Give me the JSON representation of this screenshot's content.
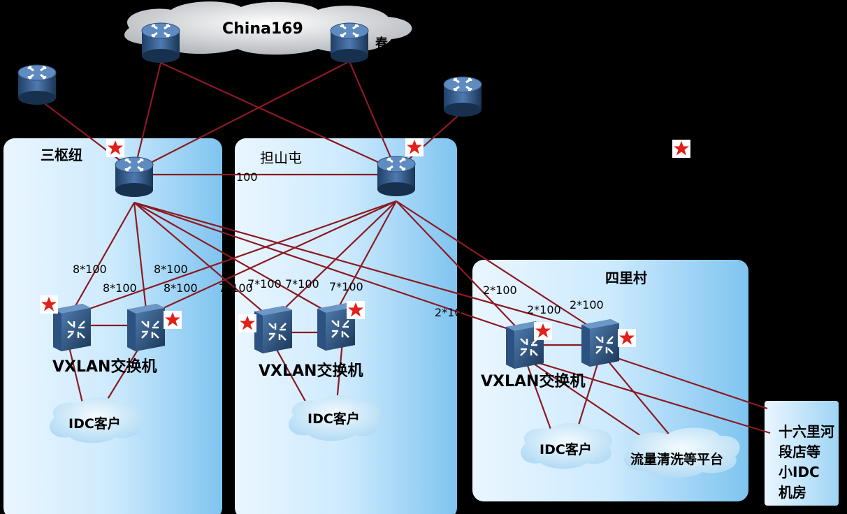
{
  "cloud_top": {
    "label": "China169",
    "label2": "春"
  },
  "regions": {
    "sanshuniu": {
      "name": "三枢纽",
      "switch_label": "VXLAN交换机",
      "cloud": "IDC客户"
    },
    "danshantun": {
      "name": "担山屯",
      "switch_label": "VXLAN交换机",
      "cloud": "IDC客户"
    },
    "silicun": {
      "name": "四里村",
      "switch_label": "VXLAN交换机",
      "cloud1": "IDC客户",
      "cloud2": "流量清洗等平台"
    }
  },
  "side_box": {
    "lines": [
      "十六里河",
      "段店等",
      "小IDC",
      "机房"
    ]
  },
  "link_labels": {
    "core_link": "100",
    "l1": "8*100",
    "l2": "8*100",
    "l3": "8*100",
    "l4": "8*100",
    "l5": "7*100",
    "l6": "7*100",
    "l7": "7*100",
    "l8": "7*100",
    "l9": "2*100",
    "l10": "2*10",
    "l11": "2*100",
    "l12": "2*100"
  },
  "colors": {
    "link": "#8b1a22",
    "region": "#bfe3fb",
    "star": "#e0201a"
  }
}
